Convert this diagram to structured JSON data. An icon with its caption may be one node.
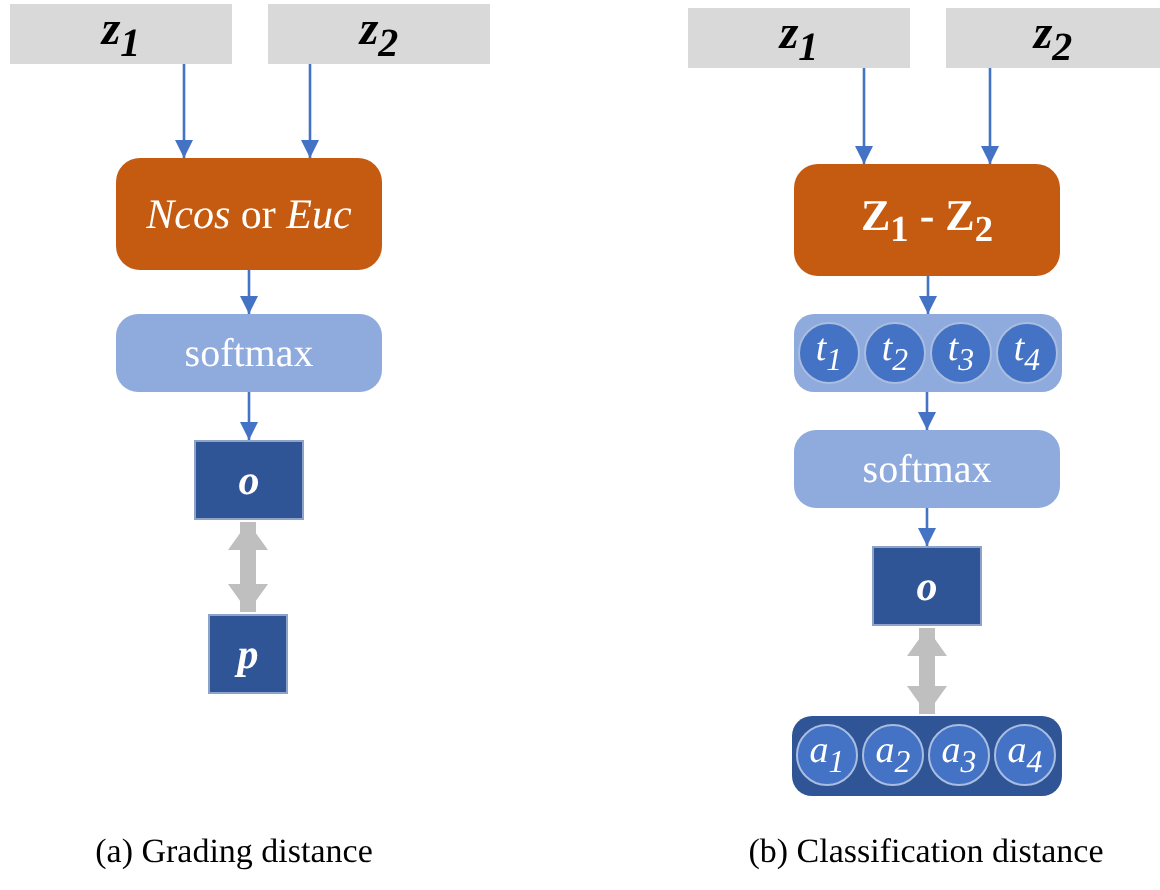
{
  "diagram": {
    "nodes": [
      {
        "text": [
          "z$_{1}$"
        ]
      },
      {
        "text": [
          "z$_{2}$"
        ]
      },
      {
        "text": [
          "*Ncos* or *Euc*"
        ]
      },
      {
        "text": [
          "softmax"
        ]
      },
      {
        "text": [
          "o"
        ]
      },
      {
        "text": [
          "p"
        ]
      },
      {
        "text": [
          "z$_{1}$"
        ]
      },
      {
        "text": [
          "z$_{2}$"
        ]
      },
      {
        "text": [
          "Z$_{1}$ - Z$_{2}$"
        ]
      },
      {
        "text": [],
        "shape": "bar"
      },
      {
        "text": [
          "t$_{1}$"
        ],
        "in": 9
      },
      {
        "text": [
          "t$_{2}$"
        ],
        "in": 9
      },
      {
        "text": [
          "t$_{3}$"
        ],
        "in": 9
      },
      {
        "text": [
          "t$_{4}$"
        ],
        "in": 9
      },
      {
        "text": [
          "softmax"
        ]
      },
      {
        "text": [
          "o"
        ]
      },
      {
        "text": [],
        "shape": "bar"
      },
      {
        "text": [
          "a$_{1}$"
        ],
        "in": 16
      },
      {
        "text": [
          "a$_{2}$"
        ],
        "in": 16
      },
      {
        "text": [
          "a$_{3}$"
        ],
        "in": 16
      },
      {
        "text": [
          "a$_{4}$"
        ],
        "in": 16
      }
    ],
    "edges": [
      {
        "from": 0,
        "to": 2,
        "arrow": "to"
      },
      {
        "from": 1,
        "to": 2,
        "arrow": "to"
      },
      {
        "from": 2,
        "to": 3,
        "arrow": "to"
      },
      {
        "from": 3,
        "to": 4,
        "arrow": "to"
      },
      {
        "from": 4,
        "to": 5,
        "arrow": "both",
        "style": "thick",
        "color": "#bfbfbf"
      },
      {
        "from": 6,
        "to": 8,
        "arrow": "to"
      },
      {
        "from": 7,
        "to": 8,
        "arrow": "to"
      },
      {
        "from": 8,
        "to": 9,
        "arrow": "to"
      },
      {
        "from": 9,
        "to": 14,
        "arrow": "to"
      },
      {
        "from": 14,
        "to": 15,
        "arrow": "to"
      },
      {
        "from": 15,
        "to": 16,
        "arrow": "both",
        "style": "thick",
        "color": "#bfbfbf"
      }
    ],
    "labels": [
      "(a) Grading distance",
      "(b) Classification distance"
    ]
  }
}
